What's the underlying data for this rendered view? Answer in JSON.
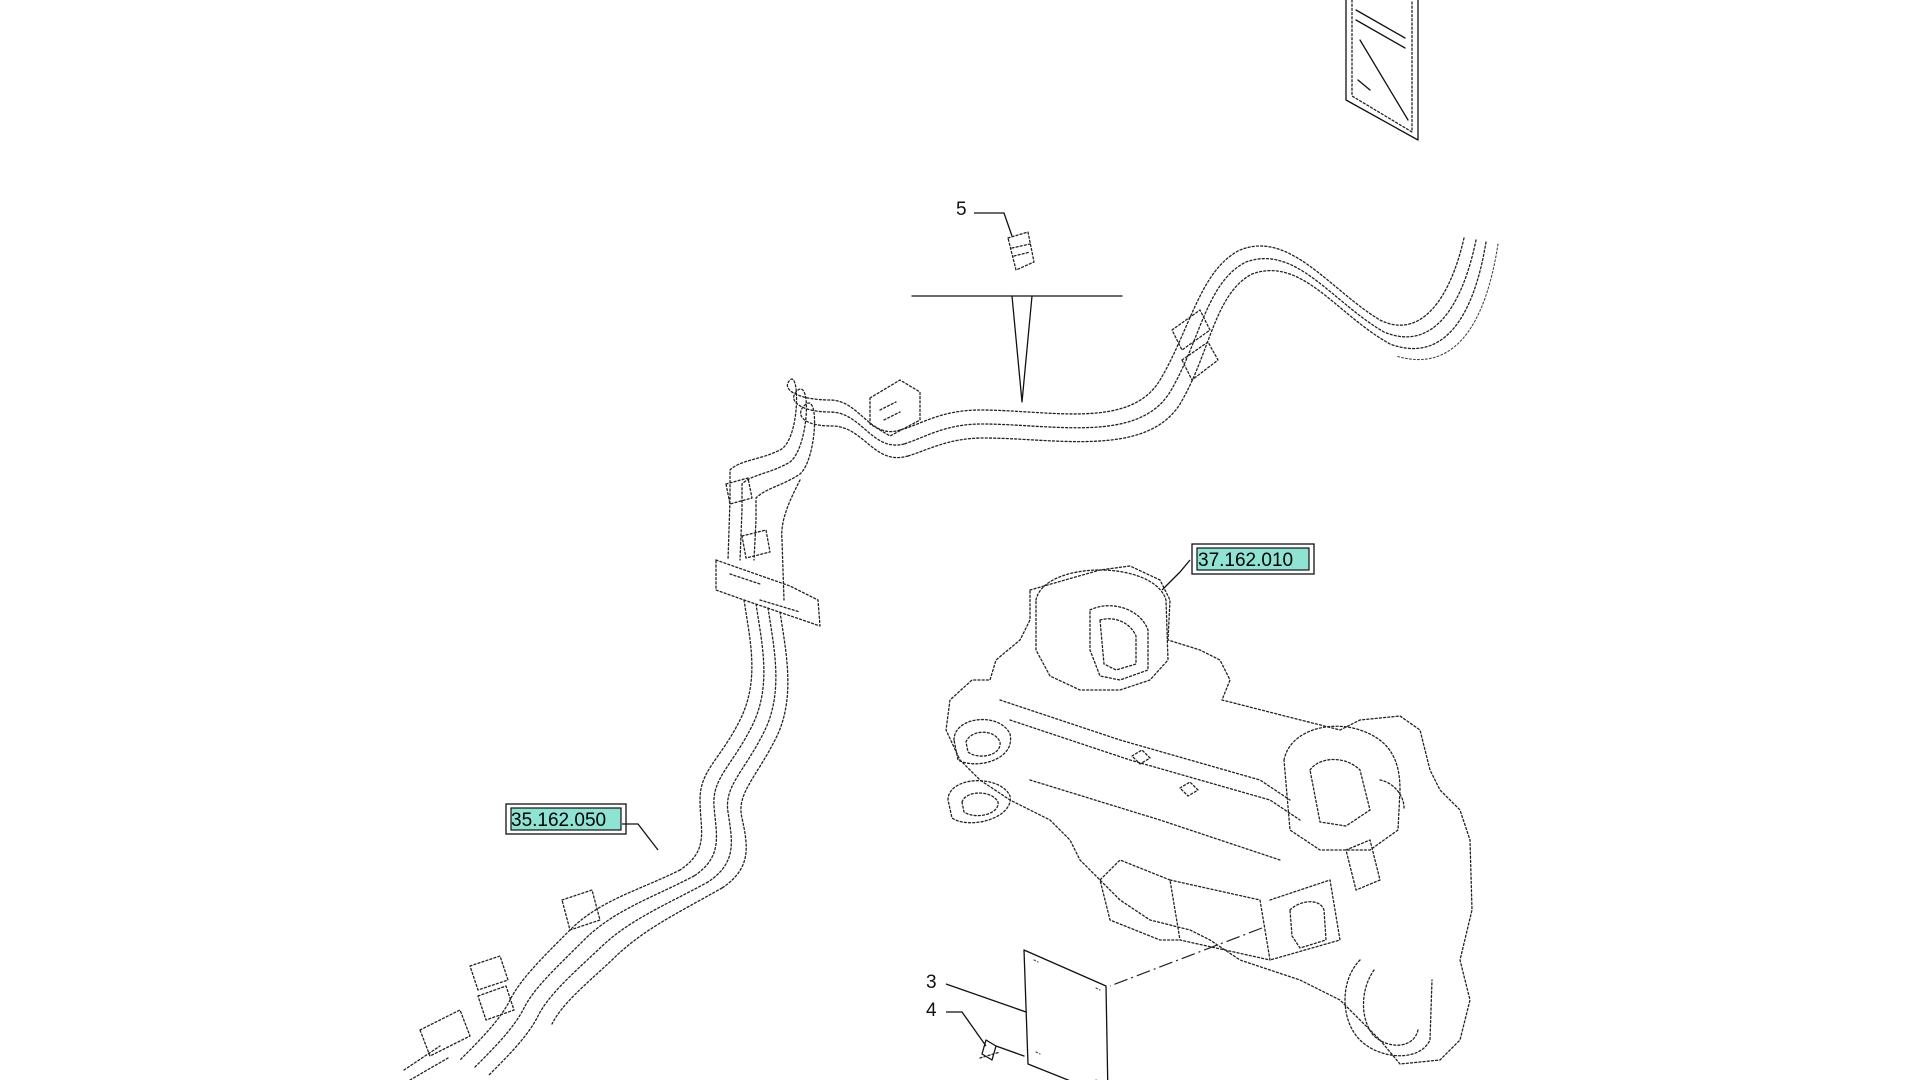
{
  "callouts": {
    "c3": "3",
    "c4": "4",
    "c5": "5"
  },
  "references": {
    "ref_top": "37.162.010",
    "ref_left": "35.162.050"
  },
  "colors": {
    "reference_fill": "#8ee3d3",
    "line": "#222222",
    "background": "#ffffff"
  }
}
